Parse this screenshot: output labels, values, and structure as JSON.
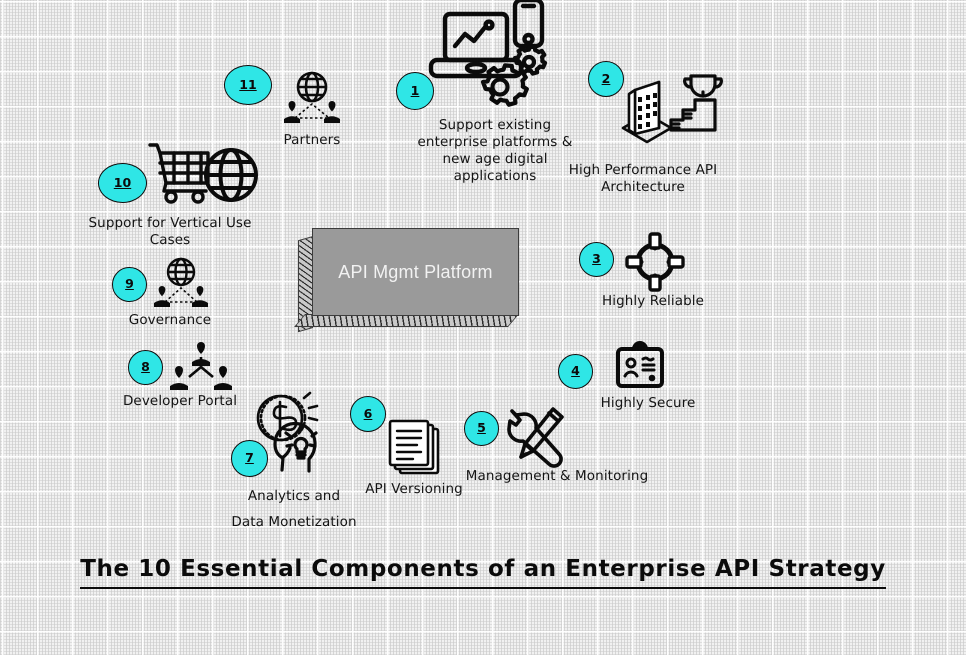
{
  "title": {
    "text": "The 10 Essential Components of an Enterprise API  Strategy"
  },
  "center": {
    "label": "API Mgmt Platform",
    "fill_color": "#9a9a9a",
    "text_color": "#f2f2f2"
  },
  "theme": {
    "background_color": "#f1f1f1",
    "bubble_color": "#2fe6e6",
    "ink_color": "#0b0b0b",
    "label_color": "#141414"
  },
  "nodes": [
    {
      "number": "1",
      "label": "Support existing\nenterprise platforms &\nnew age digital\napplications",
      "icon": "laptop-phone-gears-icon"
    },
    {
      "number": "2",
      "label": "High Performance API\nArchitecture",
      "icon": "building-trophy-stairs-icon"
    },
    {
      "number": "3",
      "label": "Highly Reliable",
      "icon": "crosshair-target-icon"
    },
    {
      "number": "4",
      "label": "Highly Secure",
      "icon": "id-badge-icon"
    },
    {
      "number": "5",
      "label": "Management & Monitoring",
      "icon": "wrench-pencil-icon"
    },
    {
      "number": "6",
      "label": "API Versioning",
      "icon": "stacked-documents-icon"
    },
    {
      "number": "7",
      "label": "Analytics and\nData Monetization",
      "icon": "dollar-coin-head-bulb-icon"
    },
    {
      "number": "8",
      "label": "Developer Portal",
      "icon": "people-network-icon"
    },
    {
      "number": "9",
      "label": "Governance",
      "icon": "globe-people-icon"
    },
    {
      "number": "10",
      "label": "Support for Vertical Use\nCases",
      "icon": "cart-globe-icon"
    },
    {
      "number": "11",
      "label": "Partners",
      "icon": "globe-people-icon"
    }
  ]
}
